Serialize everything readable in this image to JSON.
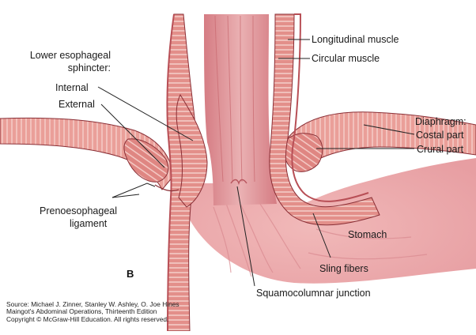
{
  "labels": {
    "les_title_1": "Lower esophageal",
    "les_title_2": "sphincter:",
    "internal": "Internal",
    "external": "External",
    "longitudinal": "Longitudinal muscle",
    "circular": "Circular muscle",
    "diaphragm": "Diaphragm:",
    "costal": "Costal part",
    "crural": "Crural part",
    "prenoesophageal_1": "Prenoesophageal",
    "prenoesophageal_2": "ligament",
    "stomach": "Stomach",
    "sling": "Sling fibers",
    "squamo": "Squamocolumnar junction",
    "panel": "B"
  },
  "credit": {
    "line1": "Source: Michael J. Zinner, Stanley W. Ashley, O. Joe Hines",
    "line2": "Maingot's Abdominal Operations, Thirteenth Edition",
    "line3": "Copyright © McGraw-Hill Education. All rights reserved."
  },
  "colors": {
    "mucosa": "#e8a4a8",
    "mucosa_dark": "#d98a90",
    "muscle": "#d97b78",
    "muscle_light": "#f2c3bf",
    "outline": "#8a2f36",
    "leader": "#222222"
  }
}
